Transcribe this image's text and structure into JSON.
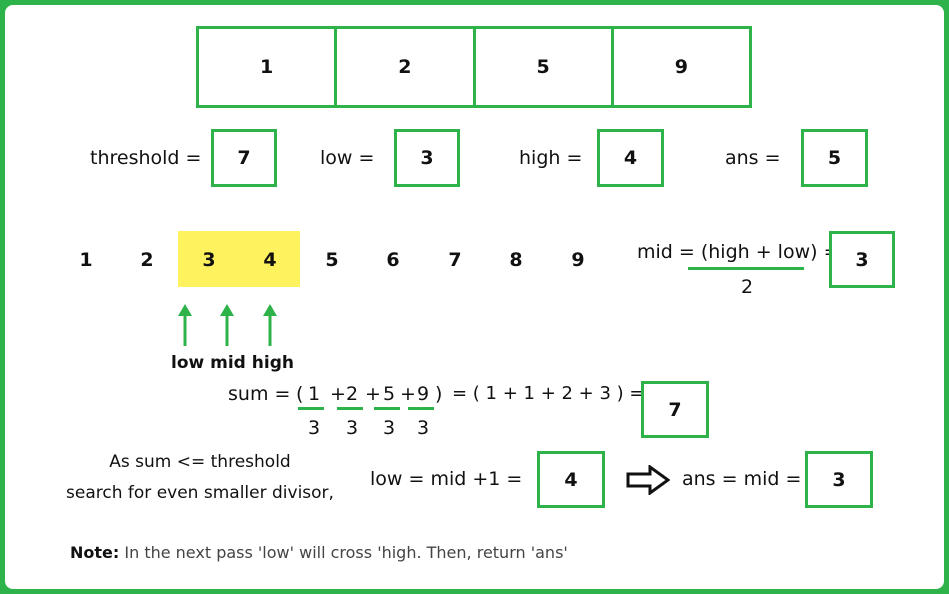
{
  "array": [
    "1",
    "2",
    "5",
    "9"
  ],
  "vars": {
    "threshold_label": "threshold =",
    "threshold_value": "7",
    "low_label": "low =",
    "low_value": "3",
    "high_label": "high =",
    "high_value": "4",
    "ans_label": "ans =",
    "ans_value": "5"
  },
  "range": [
    "1",
    "2",
    "3",
    "4",
    "5",
    "6",
    "7",
    "8",
    "9"
  ],
  "highlight_color": "#fef35f",
  "accent_color": "#2db34a",
  "mid": {
    "numerator": "mid = (high + low) =",
    "denominator": "2",
    "value": "3"
  },
  "pointers_label": "low mid high",
  "sum": {
    "prefix": "sum =",
    "paren_open": "(",
    "terms": [
      "1",
      "2",
      "5",
      "9"
    ],
    "plus": "+",
    "paren_close": ")",
    "denominators": [
      "3",
      "3",
      "3",
      "3"
    ],
    "rhs": "=  ( 1 + 1 + 2 + 3 ) =",
    "value": "7"
  },
  "reasoning": {
    "line1": "As sum <= threshold",
    "line2": "search for even smaller divisor,",
    "low_update": "low = mid +1 =",
    "low_update_value": "4",
    "ans_update": "ans = mid =",
    "ans_update_value": "3"
  },
  "note": {
    "label": "Note:",
    "text": " In the next pass 'low' will cross 'high. Then, return 'ans'"
  }
}
